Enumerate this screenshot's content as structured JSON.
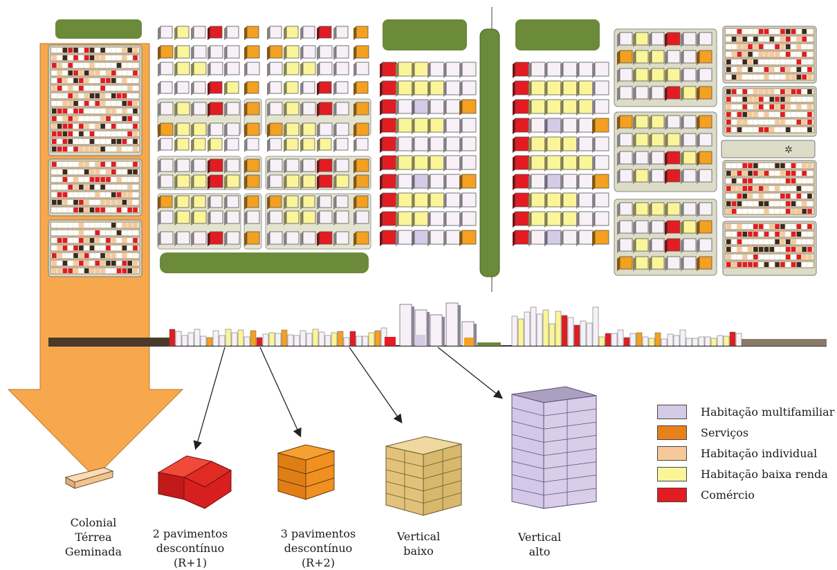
{
  "colors": {
    "multifamiliar": "#d4cbe6",
    "servicos": "#f4a020",
    "individual": "#f6c99a",
    "baixa_renda": "#fbf59a",
    "comercio": "#e21c22",
    "green": "#6b8a3a",
    "arrow": "#f7a84d",
    "block": "#dcdcc7"
  },
  "legend": [
    {
      "label": "Habitação multifamiliar",
      "color": "#d4cbe6"
    },
    {
      "label": "Serviços",
      "color": "#e8811c"
    },
    {
      "label": "Habitação individual",
      "color": "#f6c99a"
    },
    {
      "label": "Habitação baixa renda",
      "color": "#fbf59a"
    },
    {
      "label": "Comércio",
      "color": "#e21c22"
    }
  ],
  "building_types": [
    {
      "lines": [
        "Colonial",
        "Térrea",
        "Geminada"
      ]
    },
    {
      "lines": [
        "2 pavimentos",
        "descontínuo",
        "(R+1)"
      ]
    },
    {
      "lines": [
        "3 pavimentos",
        "descontínuo",
        "(R+2)"
      ]
    },
    {
      "lines": [
        "Vertical",
        "baixo"
      ]
    },
    {
      "lines": [
        "Vertical",
        "alto"
      ]
    }
  ]
}
